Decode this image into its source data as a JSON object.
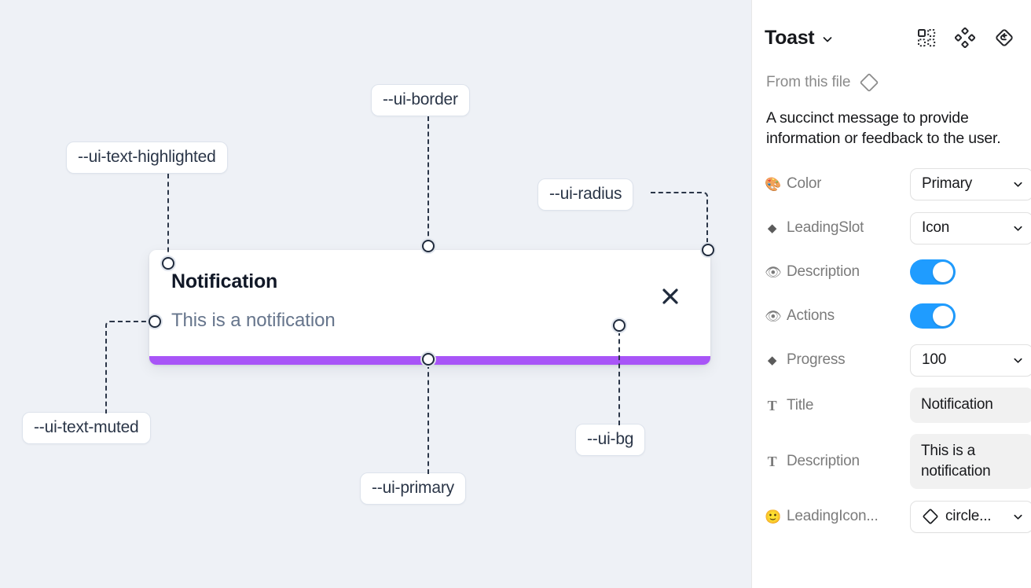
{
  "canvas": {
    "toast": {
      "title": "Notification",
      "description": "This is a notification",
      "close_icon": "close-icon",
      "progress_color": "#a855f7",
      "background": "#ffffff"
    },
    "annotations": [
      {
        "id": "ui-text-highlighted",
        "label": "--ui-text-highlighted"
      },
      {
        "id": "ui-border",
        "label": "--ui-border"
      },
      {
        "id": "ui-radius",
        "label": "--ui-radius"
      },
      {
        "id": "ui-text-muted",
        "label": "--ui-text-muted"
      },
      {
        "id": "ui-primary",
        "label": "--ui-primary"
      },
      {
        "id": "ui-bg",
        "label": "--ui-bg"
      }
    ],
    "background": "#eef1f6"
  },
  "panel": {
    "title": "Toast",
    "title_chevron": "chevron-down-icon",
    "header_icons": [
      {
        "name": "variants-icon"
      },
      {
        "name": "component-icon"
      },
      {
        "name": "reset-instance-icon"
      }
    ],
    "from_file": {
      "label": "From this file",
      "icon": "diamond-icon"
    },
    "description": "A succinct message to provide information or feedback to the user.",
    "properties": [
      {
        "name": "color",
        "icon": "palette-emoji",
        "icon_glyph": "🎨",
        "icon_type": "emoji",
        "label": "Color",
        "control": "select",
        "value": "Primary"
      },
      {
        "name": "leading-slot",
        "icon": "diamond-icon",
        "icon_glyph": "◆",
        "icon_type": "diamond",
        "label": "LeadingSlot",
        "control": "select",
        "value": "Icon"
      },
      {
        "name": "description",
        "icon": "eye-emoji",
        "icon_glyph": "👁",
        "icon_type": "emoji",
        "label": "Description",
        "control": "toggle",
        "value": "on"
      },
      {
        "name": "actions",
        "icon": "eye-emoji",
        "icon_glyph": "👁",
        "icon_type": "emoji",
        "label": "Actions",
        "control": "toggle",
        "value": "on"
      },
      {
        "name": "progress",
        "icon": "diamond-icon",
        "icon_glyph": "◆",
        "icon_type": "diamond",
        "label": "Progress",
        "control": "select",
        "value": "100"
      },
      {
        "name": "title",
        "icon": "text-icon",
        "icon_glyph": "T",
        "icon_type": "text",
        "label": "Title",
        "control": "text",
        "value": "Notification"
      },
      {
        "name": "description-text",
        "icon": "text-icon",
        "icon_glyph": "T",
        "icon_type": "text",
        "label": "Description",
        "control": "text",
        "value": "This is a notification"
      },
      {
        "name": "leading-icon",
        "icon": "smiley-emoji",
        "icon_glyph": "🙂",
        "icon_type": "emoji",
        "label": "LeadingIcon...",
        "control": "select-icon",
        "value": "circle..."
      }
    ],
    "toggle_color": "#1f9cff",
    "field_bg": "#f1f1f1"
  }
}
